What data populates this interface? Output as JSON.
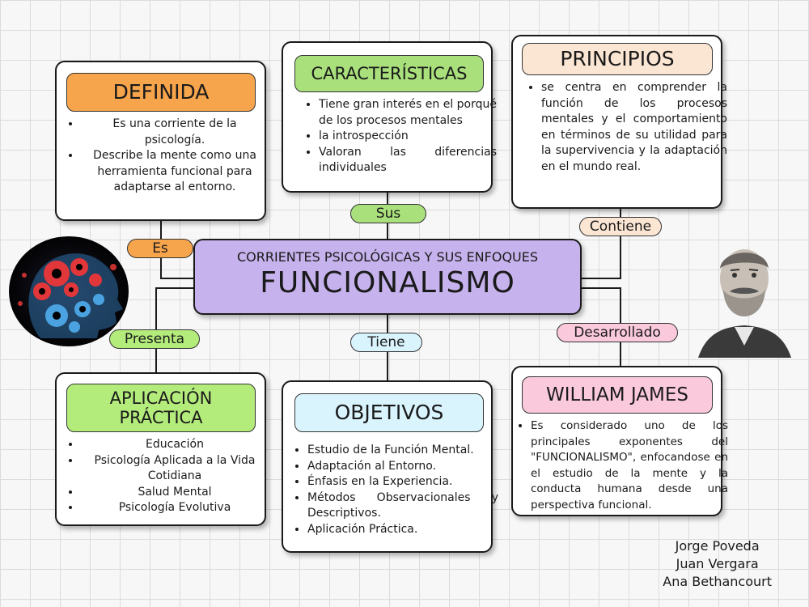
{
  "central": {
    "subtitle": "CORRIENTES PSICOLÓGICAS Y SUS ENFOQUES",
    "title": "FUNCIONALISMO"
  },
  "connectors": {
    "es": "Es",
    "sus": "Sus",
    "contiene": "Contiene",
    "presenta": "Presenta",
    "tiene": "Tiene",
    "desarrollado": "Desarrollado"
  },
  "definida": {
    "title": "DEFINIDA",
    "items": [
      "Es una corriente de la psicología.",
      "Describe la mente como una herramienta funcional para adaptarse al entorno."
    ]
  },
  "caracteristicas": {
    "title": "CARACTERÍSTICAS",
    "items": [
      "Tiene gran interés en el porqué de los procesos mentales",
      "la introspección",
      "Valoran las diferencias individuales"
    ]
  },
  "principios": {
    "title": "PRINCIPIOS",
    "items": [
      "se centra en comprender la función de los procesos mentales y el comportamiento en términos de su utilidad para la supervivencia y la adaptación en el mundo real."
    ]
  },
  "aplicacion": {
    "title": "APLICACIÓN PRÁCTICA",
    "items": [
      "Educación",
      "Psicología Aplicada a la Vida Cotidiana",
      "Salud Mental",
      "Psicología Evolutiva"
    ]
  },
  "objetivos": {
    "title": "OBJETIVOS",
    "items": [
      "Estudio de la Función Mental.",
      "Adaptación al Entorno.",
      "Énfasis en la Experiencia.",
      "Métodos Observacionales y Descriptivos.",
      "Aplicación Práctica."
    ]
  },
  "william": {
    "title": "WILLIAM JAMES",
    "items": [
      "Es considerado uno de los principales exponentes del \"FUNCIONALISMO\", enfocandose en el estudio de la mente y la conducta humana desde una perspectiva funcional."
    ]
  },
  "authors": [
    "Jorge Poveda",
    "Juan Vergara",
    "Ana Bethancourt"
  ],
  "colors": {
    "central": "#c6b2ec",
    "definida": "#f7a54c",
    "caracteristicas": "#a9e07c",
    "principios": "#fbe5d3",
    "aplicacion": "#b4ec7c",
    "objetivos": "#d9f4fd",
    "william": "#fbc9dc",
    "es": "#f7a54c",
    "sus": "#a9e07c",
    "contiene": "#fbe5d3",
    "presenta": "#b4ec7c",
    "tiene": "#d9f4fd",
    "desarrollado": "#fbc9dc"
  },
  "icons": {
    "brain": "gears-head-icon",
    "portrait": "william-james-portrait"
  }
}
